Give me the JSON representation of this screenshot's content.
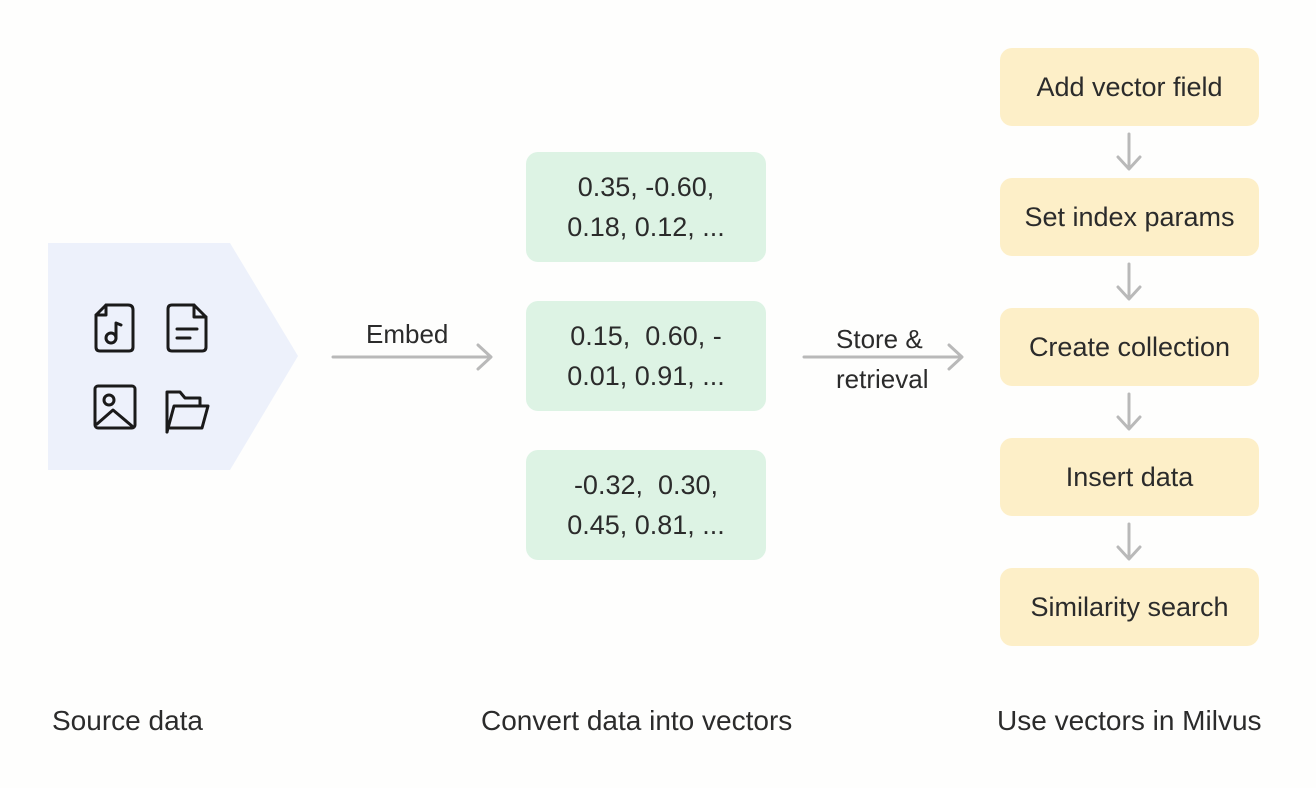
{
  "source": {
    "icons": [
      "music-file-icon",
      "document-icon",
      "image-icon",
      "folder-icon"
    ],
    "caption": "Source data"
  },
  "embed": {
    "label": "Embed"
  },
  "vectors": {
    "boxes": [
      {
        "line1": "0.35, -0.60,",
        "line2": "0.18, 0.12, ..."
      },
      {
        "line1": "0.15,  0.60, -",
        "line2": "0.01, 0.91, ..."
      },
      {
        "line1": "-0.32,  0.30,",
        "line2": "0.45, 0.81, ..."
      }
    ],
    "caption": "Convert data into vectors"
  },
  "store": {
    "line1": "Store &",
    "line2": "retrieval"
  },
  "milvus": {
    "steps": [
      "Add vector field",
      "Set index params",
      "Create collection",
      "Insert data",
      "Similarity search"
    ],
    "caption": "Use vectors in Milvus"
  },
  "colors": {
    "source_panel": "#edf1fb",
    "vector_box": "#ddf3e4",
    "step_box": "#fdefc8",
    "arrow": "#b9b9b9",
    "icon_stroke": "#1a1a1a"
  }
}
